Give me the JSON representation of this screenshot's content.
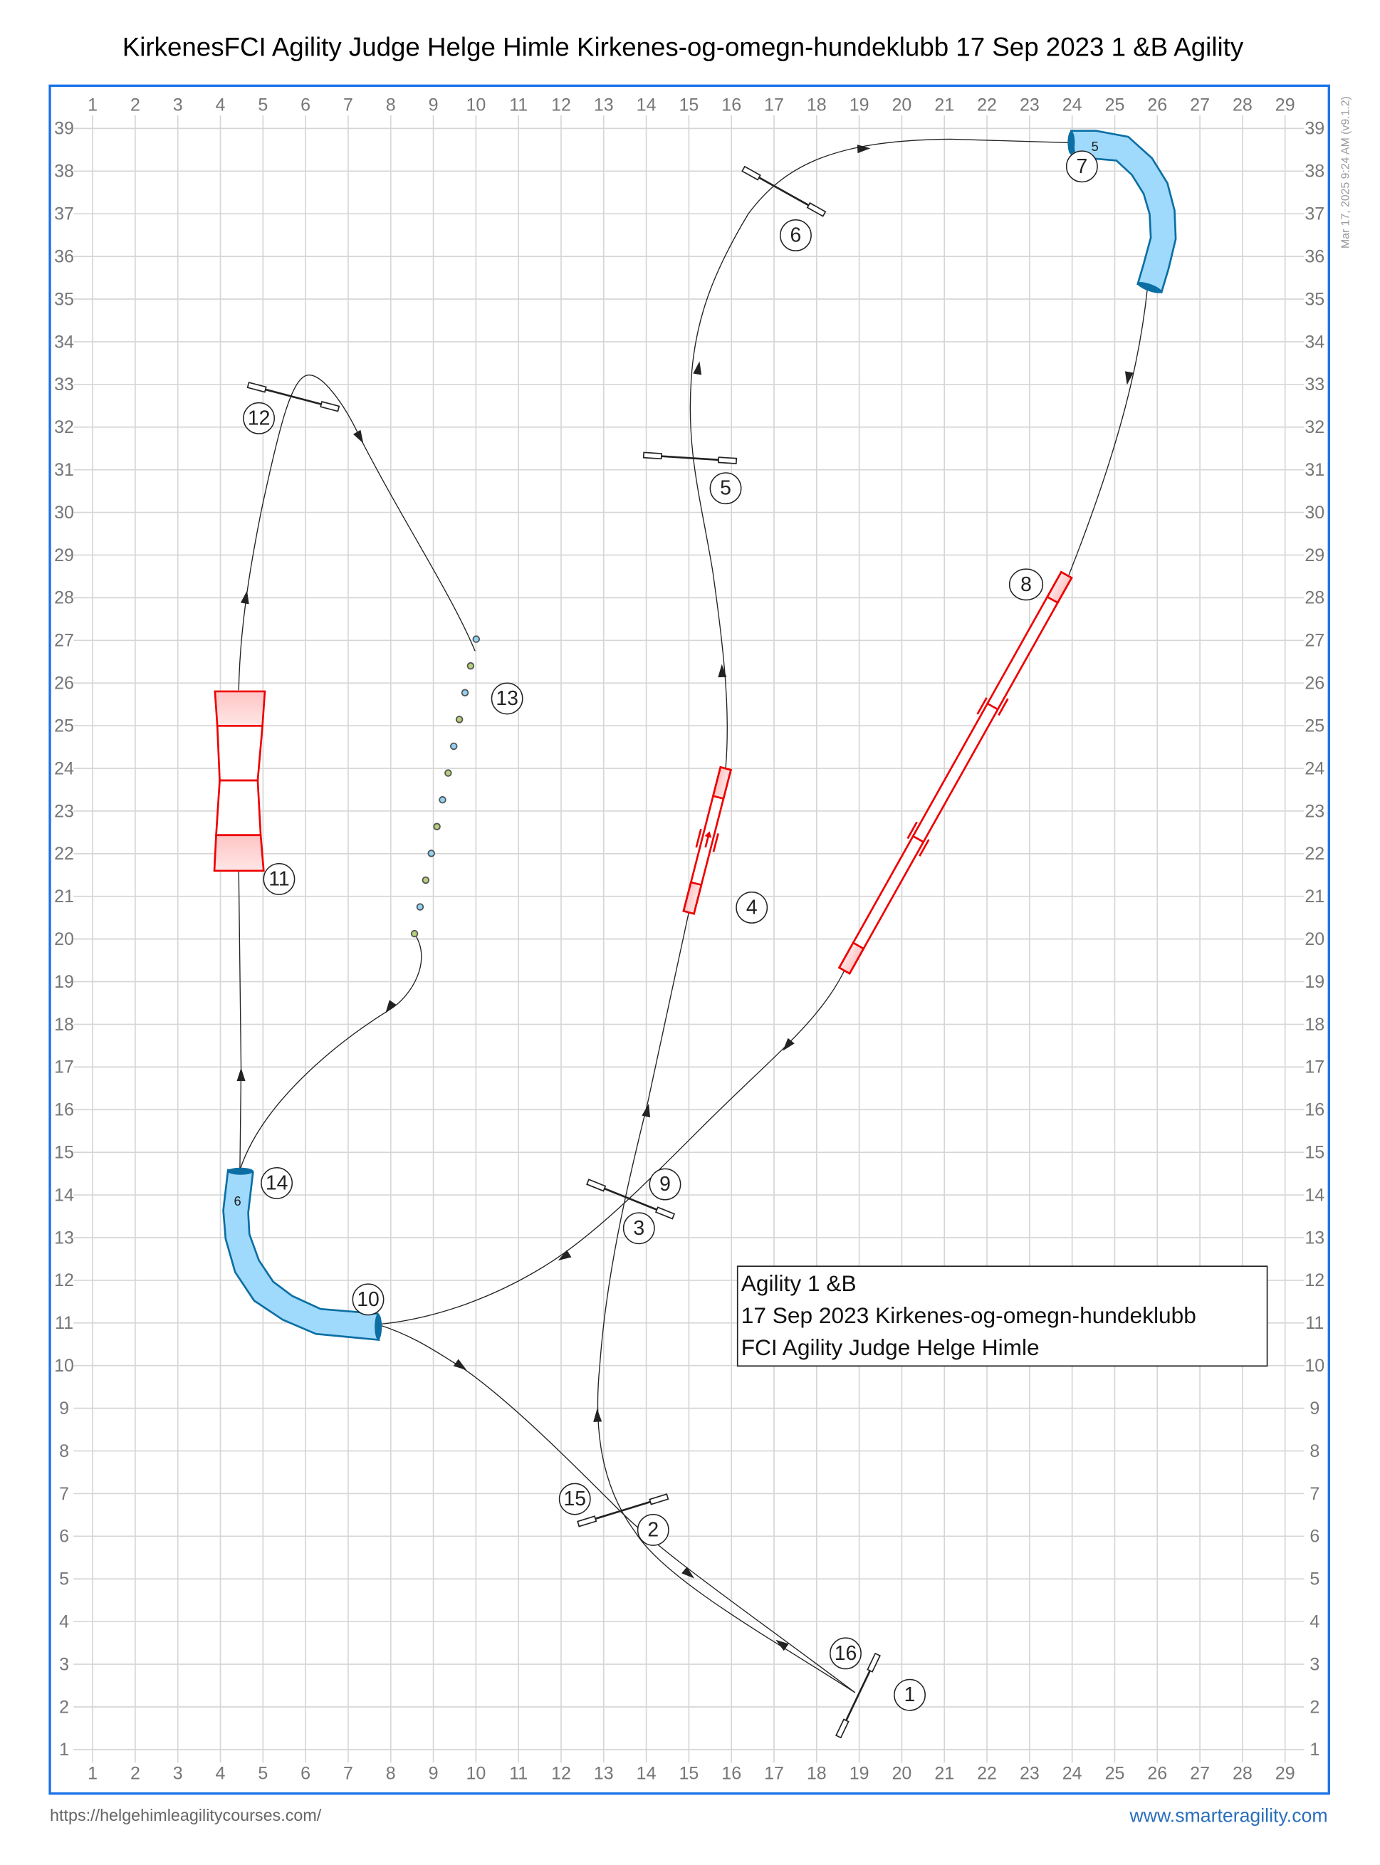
{
  "title": "KirkenesFCI Agility Judge Helge Himle Kirkenes-og-omegn-hundeklubb 17 Sep 2023 1 &B Agility",
  "timestamp": "Mar 17, 2025 9:24 AM  (v9.1.2)",
  "x_labels": [
    "1",
    "2",
    "3",
    "4",
    "5",
    "6",
    "7",
    "8",
    "9",
    "10",
    "11",
    "12",
    "13",
    "14",
    "15",
    "16",
    "17",
    "18",
    "19",
    "20",
    "21",
    "22",
    "23",
    "24",
    "25",
    "26",
    "27",
    "28",
    "29"
  ],
  "y_labels": [
    "1",
    "2",
    "3",
    "4",
    "5",
    "6",
    "7",
    "8",
    "9",
    "10",
    "11",
    "12",
    "13",
    "14",
    "15",
    "16",
    "17",
    "18",
    "19",
    "20",
    "21",
    "22",
    "23",
    "24",
    "25",
    "26",
    "27",
    "28",
    "29",
    "30",
    "31",
    "32",
    "33",
    "34",
    "35",
    "36",
    "37",
    "38",
    "39"
  ],
  "obstacles": {
    "n1": "1",
    "n2": "2",
    "n3": "3",
    "n4": "4",
    "n5": "5",
    "n6": "6",
    "n7": "7",
    "n8": "8",
    "n9": "9",
    "n10": "10",
    "n11": "11",
    "n12": "12",
    "n13": "13",
    "n14": "14",
    "n15": "15",
    "n16": "16",
    "tunnel_a_label": "5",
    "tunnel_b_label": "6"
  },
  "info_box": {
    "line1": "Agility 1 &B",
    "line2": "17 Sep 2023 Kirkenes-og-omegn-hundeklubb",
    "line3": "FCI Agility Judge Helge Himle"
  },
  "footer": {
    "left_url": "https://helgehimleagilitycourses.com/",
    "right_url": "www.smarteragility.com"
  },
  "colors": {
    "frame": "#1a73e8",
    "tunnel_fill": "#9fd9fb",
    "tunnel_stroke": "#0b6fa4",
    "contact": "#ee0000",
    "weave_blue": "#8fd3f5",
    "weave_green": "#b5cf7a",
    "footer_link": "#2a6ebb"
  }
}
